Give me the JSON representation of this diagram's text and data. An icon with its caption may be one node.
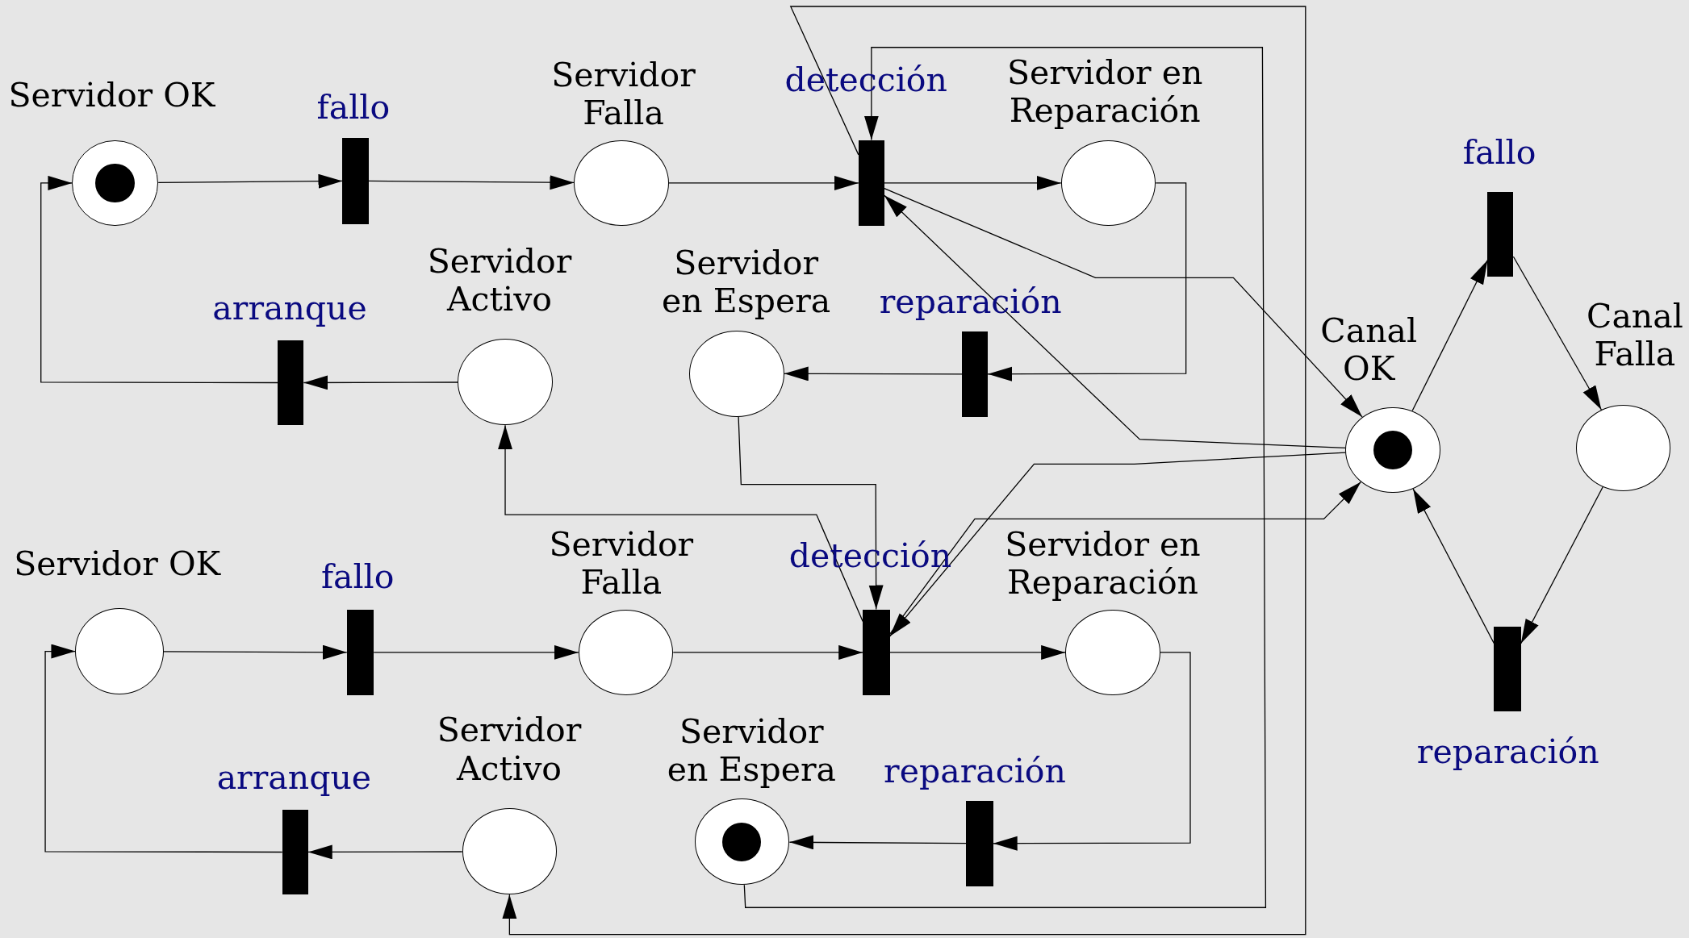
{
  "diagram": {
    "nodes": [
      {
        "text": [
          "Servidor OK"
        ]
      },
      {
        "text": [],
        "shape": "circle",
        "in": 0
      },
      {
        "text": [
          "fallo"
        ]
      },
      {
        "text": [
          "Servidor Falla"
        ]
      },
      {
        "text": [
          "detección"
        ]
      },
      {
        "text": [
          "Servidor en Reparación"
        ]
      },
      {
        "text": [
          "Servidor Activo"
        ]
      },
      {
        "text": [
          "arranque"
        ]
      },
      {
        "text": [
          "Servidor en Espera"
        ]
      },
      {
        "text": [
          "reparación"
        ]
      },
      {
        "text": [
          "fallo"
        ]
      },
      {
        "text": [
          "Canal OK"
        ]
      },
      {
        "text": [],
        "shape": "circle",
        "in": 11
      },
      {
        "text": [
          "Canal Falla"
        ]
      },
      {
        "text": [
          "Servidor OK"
        ]
      },
      {
        "text": [
          "fallo"
        ]
      },
      {
        "text": [
          "Servidor Falla"
        ]
      },
      {
        "text": [
          "detección"
        ]
      },
      {
        "text": [
          "Servidor en Reparación"
        ]
      },
      {
        "text": [
          "Servidor Activo"
        ]
      },
      {
        "text": [
          "arranque"
        ]
      },
      {
        "text": [
          "Servidor en Espera"
        ]
      },
      {
        "text": [],
        "shape": "circle",
        "in": 21
      },
      {
        "text": [
          "reparación"
        ]
      },
      {
        "text": [
          "reparación"
        ]
      }
    ],
    "edges": [
      {
        "from": 0,
        "to": 2,
        "arrow": "to"
      },
      {
        "from": 2,
        "to": 3,
        "arrow": "to"
      },
      {
        "from": 3,
        "to": 4,
        "arrow": "to"
      },
      {
        "from": 4,
        "to": 5,
        "arrow": "to"
      },
      {
        "from": 5,
        "to": 9,
        "arrow": "to"
      },
      {
        "from": 9,
        "to": 8,
        "arrow": "to"
      },
      {
        "from": 6,
        "to": 7,
        "arrow": "to"
      },
      {
        "from": 7,
        "to": 0,
        "arrow": "to"
      },
      {
        "from": 4,
        "to": 11,
        "arrow": "to"
      },
      {
        "from": 11,
        "to": 4,
        "arrow": "to"
      },
      {
        "from": 21,
        "to": 4,
        "arrow": "to"
      },
      {
        "from": 8,
        "to": 17,
        "arrow": "to"
      },
      {
        "from": 17,
        "to": 6,
        "arrow": "to"
      },
      {
        "from": 4,
        "to": 19,
        "arrow": "to"
      },
      {
        "from": 14,
        "to": 15,
        "arrow": "to"
      },
      {
        "from": 15,
        "to": 16,
        "arrow": "to"
      },
      {
        "from": 16,
        "to": 17,
        "arrow": "to"
      },
      {
        "from": 17,
        "to": 18,
        "arrow": "to"
      },
      {
        "from": 18,
        "to": 23,
        "arrow": "to"
      },
      {
        "from": 23,
        "to": 21,
        "arrow": "to"
      },
      {
        "from": 19,
        "to": 20,
        "arrow": "to"
      },
      {
        "from": 20,
        "to": 14,
        "arrow": "to"
      },
      {
        "from": 11,
        "to": 17,
        "arrow": "to"
      },
      {
        "from": 17,
        "to": 11,
        "arrow": "to"
      },
      {
        "from": 11,
        "to": 10,
        "arrow": "to"
      },
      {
        "from": 10,
        "to": 13,
        "arrow": "to"
      },
      {
        "from": 13,
        "to": 24,
        "arrow": "to"
      },
      {
        "from": 24,
        "to": 11,
        "arrow": "to"
      }
    ]
  }
}
